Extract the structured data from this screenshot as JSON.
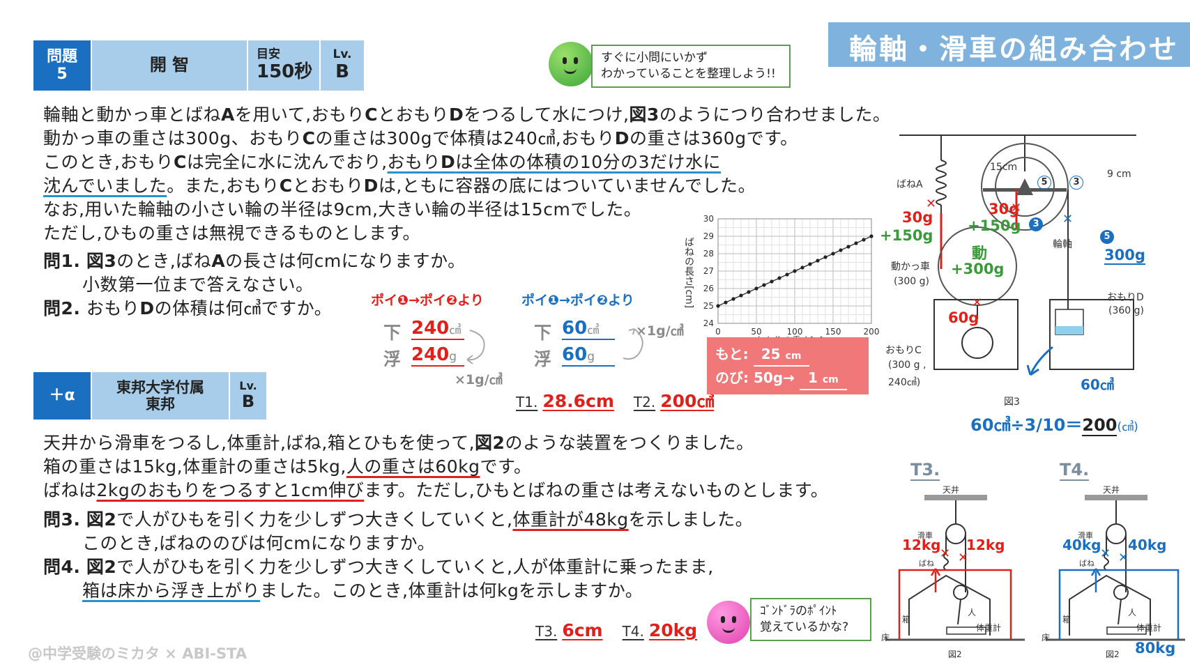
{
  "title": "輪軸・滑車の組み合わせ",
  "problem_header": {
    "num_label": "問題",
    "num": "5",
    "school": "開 智",
    "time_label": "目安",
    "time": "150秒",
    "lv_label": "Lv.",
    "lv": "B"
  },
  "speech1": {
    "line1": "すぐに小問にいかず",
    "line2": "わかっていることを整理しよう!!"
  },
  "p1": {
    "l1a": "輪軸と動かっ車とばね",
    "l1b": "A",
    "l1c": "を用いて,おもり",
    "l1d": "C",
    "l1e": "とおもり",
    "l1f": "D",
    "l1g": "をつるして水につけ,",
    "l1h": "図3",
    "l1i": "のようにつり合わせました。",
    "l2a": "動かっ車の重さは300g、おもり",
    "l2b": "C",
    "l2c": "の重さは300gで体積は240㎤,おもり",
    "l2d": "D",
    "l2e": "の重さは360gです。",
    "l3a": "このとき,おもり",
    "l3b": "C",
    "l3c": "は完全に水に沈んでおり,",
    "l3d": "おもり",
    "l3e": "D",
    "l3f": "は全体の体積の10分の3だけ水に",
    "l4a": "沈んでいました",
    "l4b": "。また,おもり",
    "l4c": "C",
    "l4d": "とおもり",
    "l4e": "D",
    "l4f": "は,ともに容器の底にはついていませんでした。",
    "l5": "なお,用いた輪軸の小さい輪の半径は9cm,大きい輪の半径は15cmでした。",
    "l6": "ただし,ひもの重さは無視できるものとします。"
  },
  "q1": {
    "label": "問1.",
    "fig": "図3",
    "text": "のとき,ばね",
    "a": "A",
    "text2": "の長さは何cmになりますか。",
    "line2": "小数第一位まで答えなさい。"
  },
  "q2": {
    "label": "問2.",
    "text": "おもり",
    "d": "D",
    "text2": "の体積は何㎤ですか。"
  },
  "notes": {
    "poi_red": "ポイ❶→ポイ❷より",
    "poi_blue": "ポイ❶→ポイ❷より",
    "down": "下",
    "float": "浮",
    "red_v1": "240",
    "red_u1": "㎤",
    "red_v2": "240",
    "red_u2": "g",
    "red_factor": "×1g/㎤",
    "blue_v1": "60",
    "blue_u1": "㎤",
    "blue_v2": "60",
    "blue_u2": "g",
    "blue_factor": "×1g/㎤"
  },
  "answers1": {
    "t1_label": "T1.",
    "t1": "28.6cm",
    "t2_label": "T2.",
    "t2": "200㎤"
  },
  "chart_data": {
    "type": "line",
    "x": [
      0,
      10,
      20,
      30,
      40,
      50,
      60,
      70,
      80,
      90,
      100,
      110,
      120,
      130,
      140,
      150,
      160,
      170,
      180,
      190,
      200
    ],
    "y": [
      25,
      25.2,
      25.4,
      25.6,
      25.8,
      26,
      26.2,
      26.4,
      26.6,
      26.8,
      27,
      27.2,
      27.4,
      27.6,
      27.8,
      28,
      28.2,
      28.4,
      28.6,
      28.8,
      29
    ],
    "xlabel": "おもりの重さ[g]",
    "ylabel": "ばねの長さ[cm]",
    "xlim": [
      0,
      200
    ],
    "ylim": [
      24,
      30
    ],
    "xticks": [
      "0",
      "50",
      "100",
      "150",
      "200"
    ],
    "yticks": [
      "24",
      "25",
      "26",
      "27",
      "28",
      "29",
      "30"
    ],
    "grid": true
  },
  "chart_box": {
    "moto_label": "もと:",
    "moto_val": "25",
    "moto_unit": "cm",
    "nobi_label": "のび: 50g→",
    "nobi_val": "1",
    "nobi_unit": "cm"
  },
  "fig3": {
    "spring": "ばねA",
    "r15": "15cm",
    "r9": "9 cm",
    "c5": "5",
    "c3": "3",
    "w30a": "30g",
    "w150a": "+150g",
    "w30b": "30g",
    "w150b": "+150g",
    "dou": "動",
    "w300": "+300g",
    "dokassha": "動かっ車",
    "dokassha_w": "(300 g)",
    "rinjiku": "輪軸",
    "w300r": "300g",
    "c3b": "3",
    "c5b": "5",
    "w60": "60g",
    "omoriC": "おもりC",
    "omoriC_1": "(300 g ,",
    "omoriC_2": "240㎤)",
    "omoriD": "おもりD",
    "omoriD_w": "(360 g)",
    "v60": "60㎤",
    "caption": "図3",
    "formula_a": "60㎤÷3/10＝",
    "formula_b": "200",
    "formula_c": "(㎤)"
  },
  "alpha_header": {
    "tag": "＋α",
    "school1": "東邦大学付属",
    "school2": "東邦",
    "lv_label": "Lv.",
    "lv": "B"
  },
  "p2": {
    "l1a": "天井から滑車をつるし,体重計,ばね,箱とひもを使って,",
    "l1b": "図2",
    "l1c": "のような装置をつくりました。",
    "l2a": "箱の重さは15kg,体重計の重さは5kg,",
    "l2b": "人の重さは60kg",
    "l2c": "です。",
    "l3a": "ばねは",
    "l3b": "2kgのおもりをつるすと1cm伸び",
    "l3c": "ます。ただし,ひもとばねの重さは考えないものとします。"
  },
  "q3": {
    "label": "問3.",
    "fig": "図2",
    "text": "で人がひもを引く力を少しずつ大きくしていくと,",
    "ul": "体重計が48kg",
    "text2": "を示しました。",
    "line2": "このとき,ばねののびは何cmになりますか。"
  },
  "q4": {
    "label": "問4.",
    "fig": "図2",
    "text": "で人がひもを引く力を少しずつ大きくしていくと,人が体重計に乗ったまま,",
    "ul": "箱は床から浮き上がり",
    "text2": "ました。このとき,体重計は何kgを示しますか。"
  },
  "answers2": {
    "t3_label": "T3.",
    "t3": "6cm",
    "t4_label": "T4.",
    "t4": "20kg"
  },
  "speech2": {
    "line1": "ｺﾞﾝﾄﾞﾗのﾎﾟｲﾝﾄ",
    "line2": "覚えているかな?"
  },
  "fig2": {
    "t3": "T3.",
    "t4": "T4.",
    "tenjo": "天井",
    "kassha": "滑車",
    "bane": "ばね",
    "hako": "箱",
    "hito": "人",
    "taijukei": "体重計",
    "yuka": "床",
    "caption": "図2",
    "w12a": "12kg",
    "w12b": "12kg",
    "w40a": "40kg",
    "w40b": "40kg",
    "w80": "80kg"
  },
  "credit": "@中学受験のミカタ × ABI-STA",
  "colors": {
    "header_blue": "#1a6fc0",
    "header_light": "#a8cdeb",
    "title_bg": "#7fb2dc",
    "red": "#e0201a",
    "blue": "#1a6fc0",
    "pink_box": "#f07878"
  }
}
